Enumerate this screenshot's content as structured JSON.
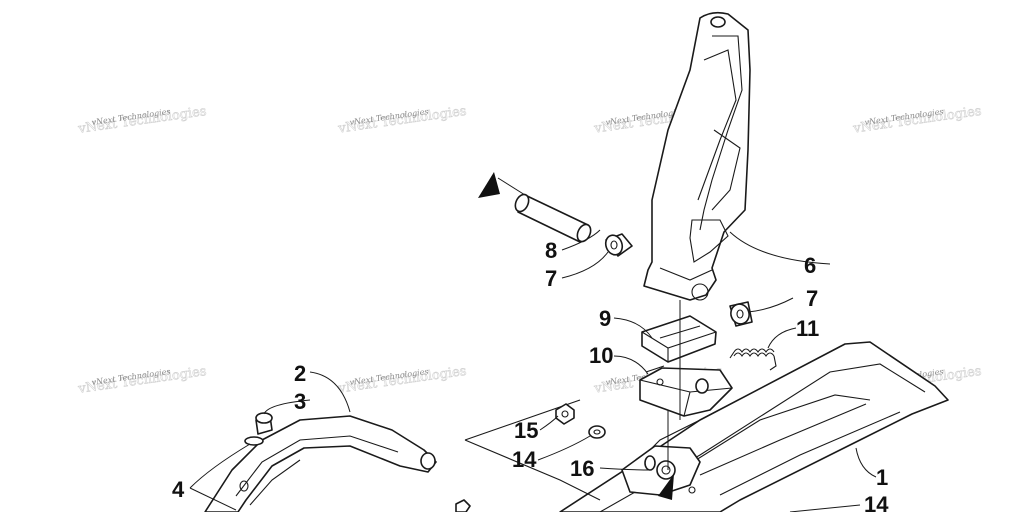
{
  "watermark_text": "vNext Technologies",
  "callouts": {
    "c1": "1",
    "c2": "2",
    "c3": "3",
    "c4": "4",
    "c6": "6",
    "c7a": "7",
    "c7b": "7",
    "c8": "8",
    "c9": "9",
    "c10": "10",
    "c11": "11",
    "c14a": "14",
    "c14b": "14",
    "c15": "15",
    "c16": "16"
  }
}
